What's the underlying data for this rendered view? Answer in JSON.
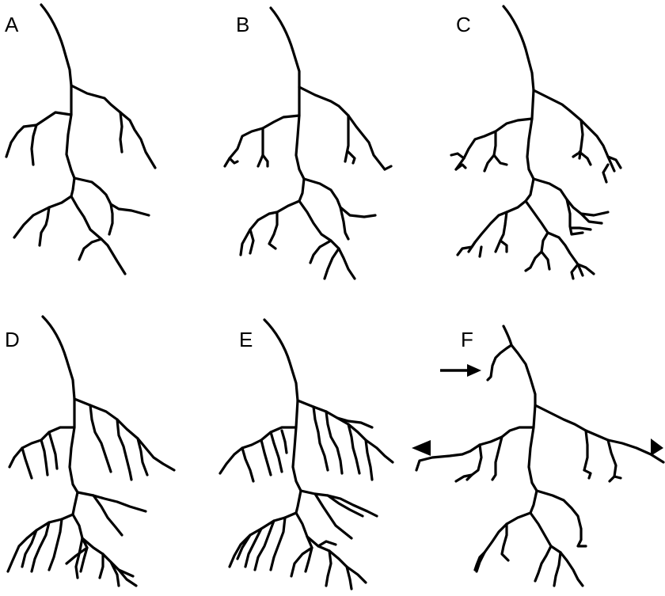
{
  "panels": [
    {
      "label": "A"
    },
    {
      "label": "B"
    },
    {
      "label": "C"
    },
    {
      "label": "D"
    },
    {
      "label": "E"
    },
    {
      "label": "F"
    }
  ],
  "colors": {
    "line": "#000000",
    "background": "#ffffff"
  },
  "markers": {
    "panel_F": [
      "right-arrow",
      "left-triangle",
      "right-triangle"
    ]
  }
}
